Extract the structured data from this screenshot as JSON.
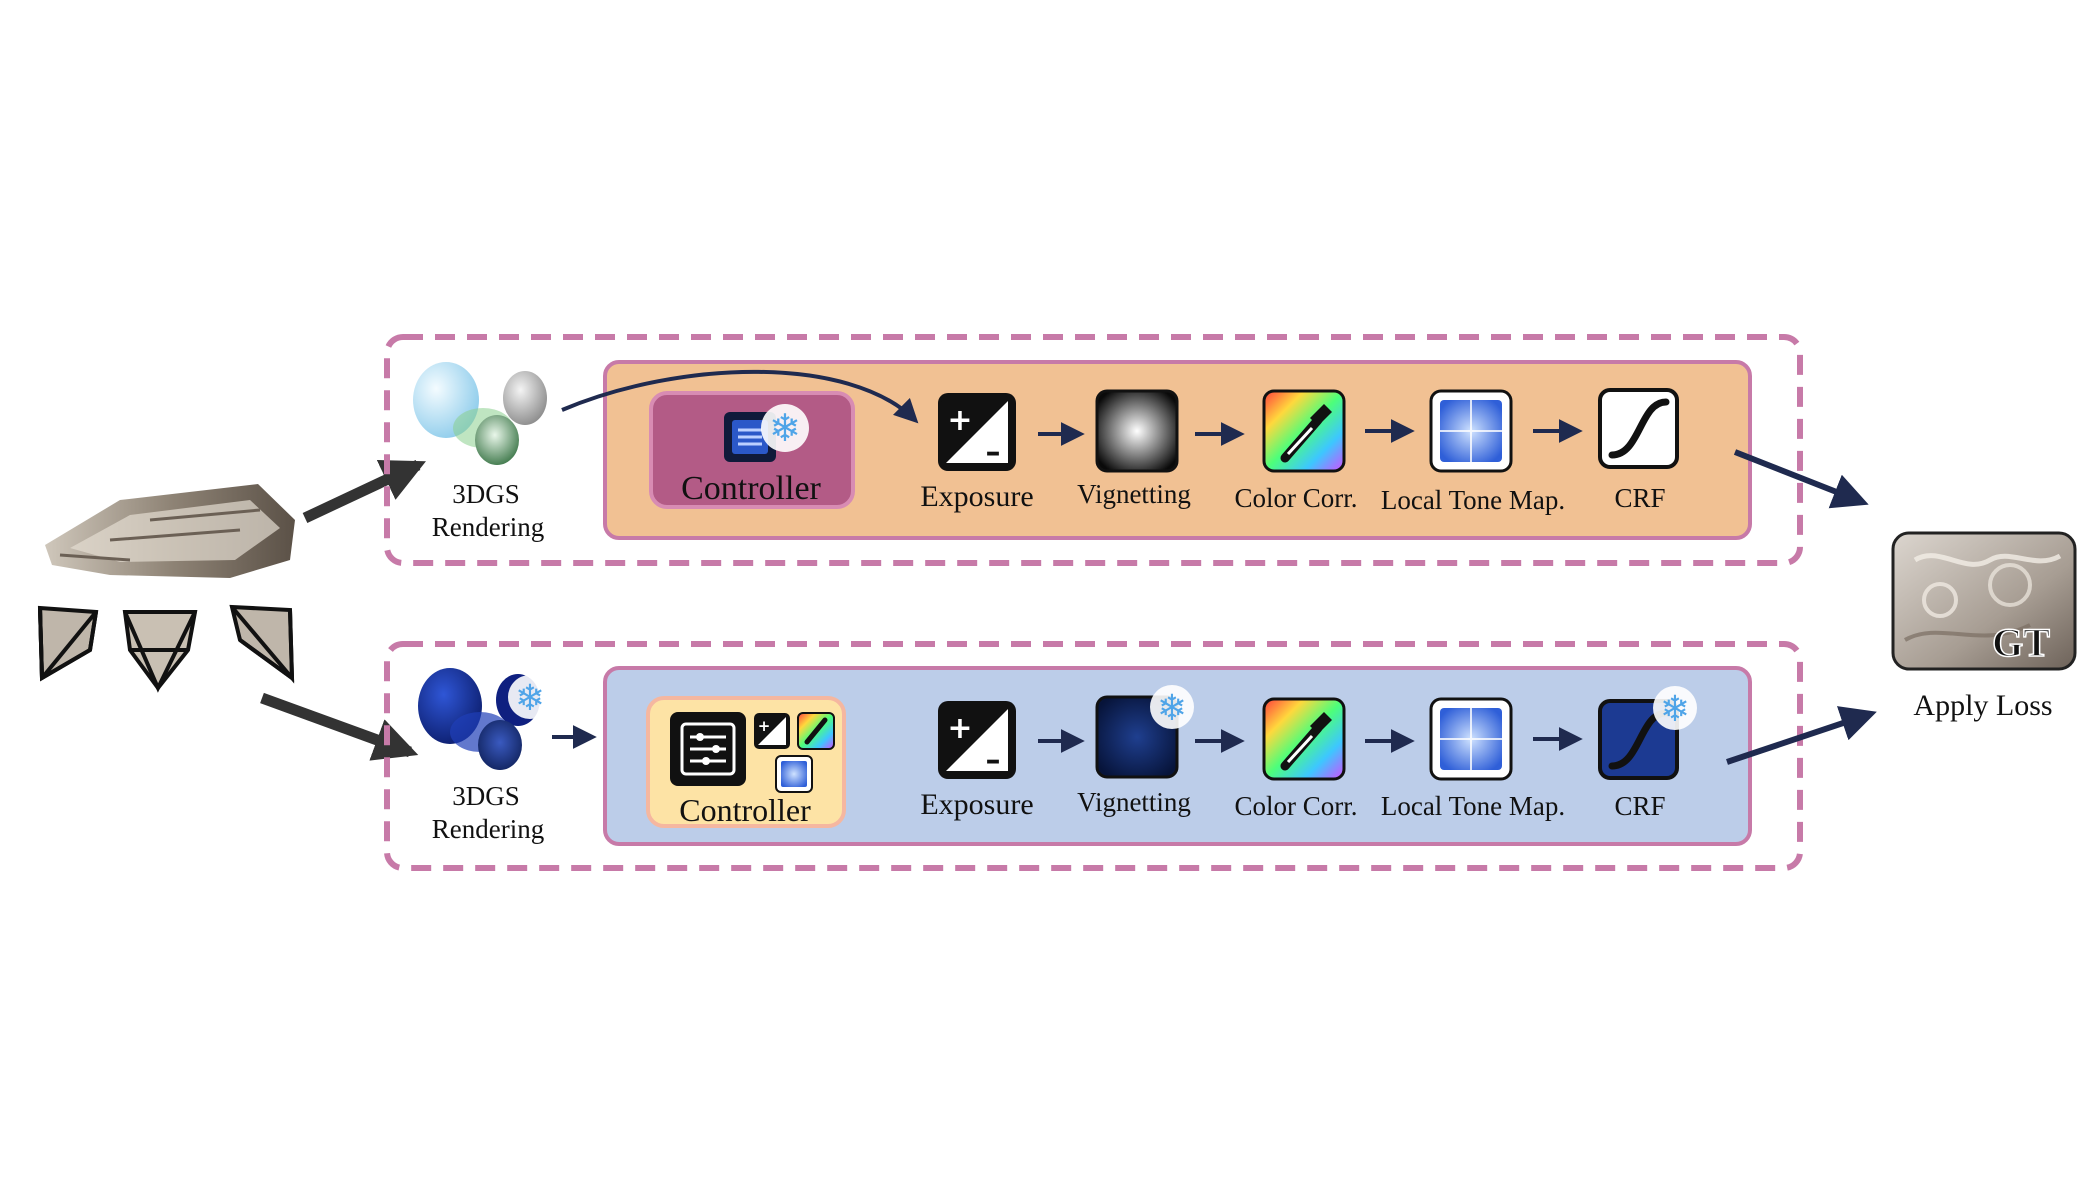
{
  "scene": {
    "label_line1": "3DGS",
    "label_line2": "Rendering"
  },
  "top_pipeline": {
    "controller_label": "Controller",
    "stages": [
      {
        "key": "exposure",
        "label": "Exposure"
      },
      {
        "key": "vignetting",
        "label": "Vignetting"
      },
      {
        "key": "color_corr",
        "label": "Color Corr."
      },
      {
        "key": "local_tone_map",
        "label": "Local Tone Map."
      },
      {
        "key": "crf",
        "label": "CRF"
      }
    ]
  },
  "bottom_pipeline": {
    "controller_label": "Controller",
    "stages": [
      {
        "key": "exposure",
        "label": "Exposure"
      },
      {
        "key": "vignetting",
        "label": "Vignetting"
      },
      {
        "key": "color_corr",
        "label": "Color Corr."
      },
      {
        "key": "local_tone_map",
        "label": "Local Tone Map."
      },
      {
        "key": "crf",
        "label": "CRF"
      }
    ]
  },
  "output": {
    "gt_label": "GT",
    "loss_label": "Apply Loss"
  },
  "colors": {
    "dashed_border": "#c77aa8",
    "top_panel_fill": "#f1c193",
    "bottom_panel_fill": "#bccde9",
    "top_controller_fill": "#b35b86",
    "bottom_controller_fill": "#fde3a5",
    "arrow": "#1f2a4f"
  }
}
